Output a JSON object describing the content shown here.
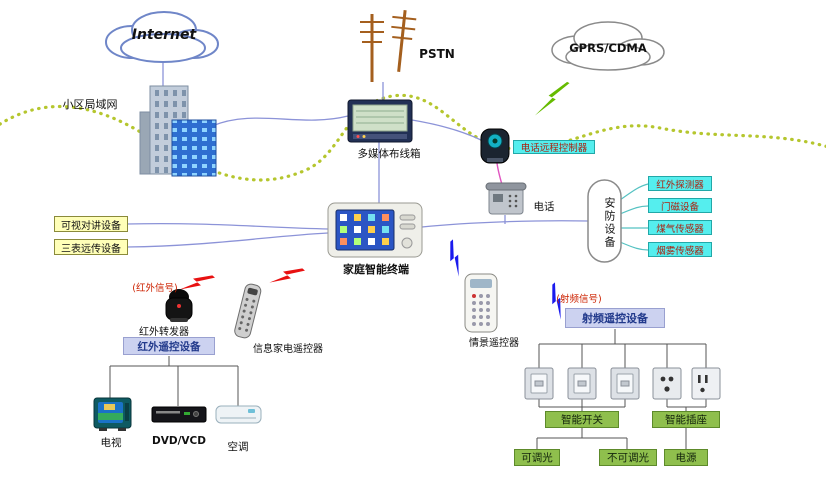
{
  "colors": {
    "yellow_box": "#FFFFB8",
    "cyan_box": "#55EEEE",
    "lavender_box": "#CCD2F0",
    "green_box": "#8FBF4D",
    "wave_dotted": "#B5C62E",
    "signal_text_red": "#CC2200",
    "bolt_red": "#E81111",
    "bolt_blue": "#1A1AEE",
    "bolt_green": "#66BB00",
    "connection_line": "#8C93D8"
  },
  "clouds": {
    "internet_label": "Internet",
    "gprs_label": "GPRS/CDMA"
  },
  "network": {
    "lan_label": "小区局域网",
    "pstn_label": "PSTN",
    "wiring_box_label": "多媒体布线箱"
  },
  "phone": {
    "controller_label": "电话远程控制器",
    "phone_label": "电话"
  },
  "security": {
    "capsule_label": "安防设备",
    "devices": [
      {
        "label": "红外探测器"
      },
      {
        "label": "门磁设备"
      },
      {
        "label": "煤气传感器"
      },
      {
        "label": "烟雾传感器"
      }
    ]
  },
  "left_devices": [
    {
      "label": "可视对讲设备"
    },
    {
      "label": "三表远传设备"
    }
  ],
  "terminal": {
    "label": "家庭智能终端"
  },
  "ir": {
    "signal_label": "(红外信号)",
    "transponder_label": "红外转发器",
    "group_label": "红外遥控设备",
    "info_remote_label": "信息家电遥控器",
    "appliances": [
      {
        "label": "电视"
      },
      {
        "label": "DVD/VCD"
      },
      {
        "label": "空调"
      }
    ]
  },
  "rf": {
    "signal_label": "(射频信号)",
    "scene_remote_label": "情景遥控器",
    "group_label": "射频遥控设备",
    "switch_group_label": "智能开关",
    "socket_group_label": "智能插座",
    "switch_types": [
      {
        "label": "可调光"
      },
      {
        "label": "不可调光"
      },
      {
        "label": "电源"
      }
    ]
  }
}
